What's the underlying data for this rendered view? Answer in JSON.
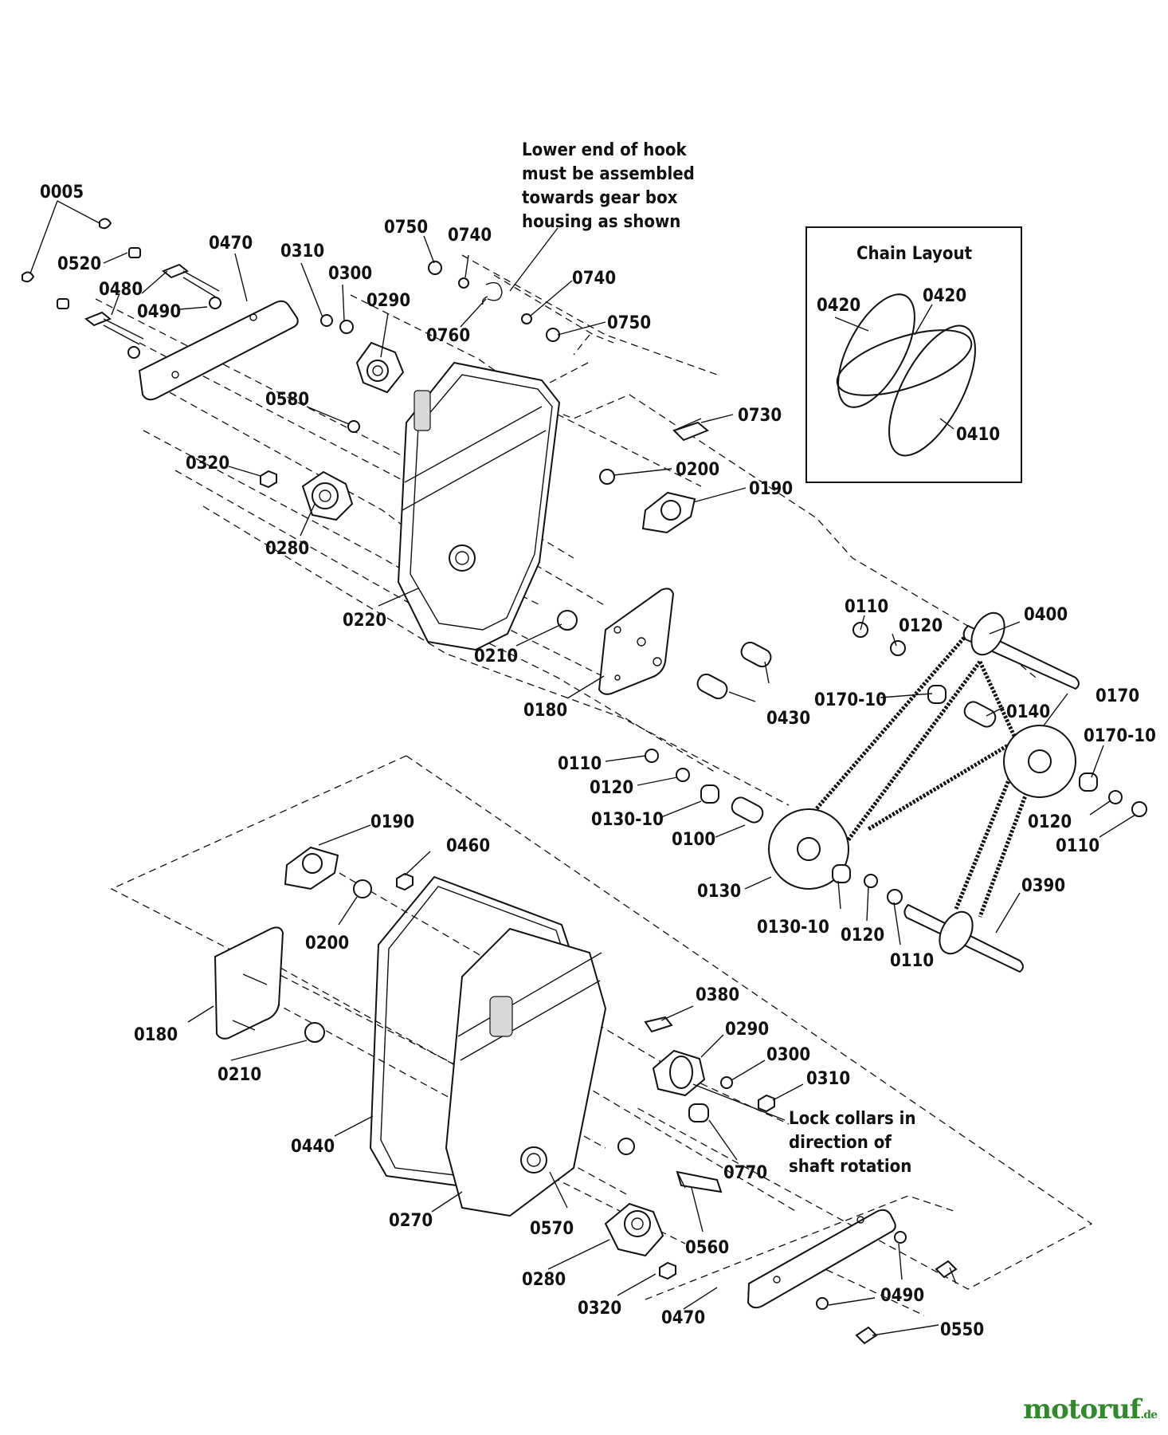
{
  "notes": {
    "hook": [
      "Lower end of hook",
      "must be assembled",
      "towards gear box",
      "housing as shown"
    ],
    "collars": [
      "Lock collars in",
      "direction of",
      "shaft rotation"
    ],
    "chain_layout_title": "Chain Layout"
  },
  "labels": {
    "p0005": "0005",
    "p0520": "0520",
    "p0480": "0480",
    "p0490a": "0490",
    "p0470a": "0470",
    "p0310a": "0310",
    "p0300a": "0300",
    "p0290a": "0290",
    "p0750a": "0750",
    "p0740a": "0740",
    "p0760": "0760",
    "p0740b": "0740",
    "p0750b": "0750",
    "p0580": "0580",
    "p0730": "0730",
    "p0320a": "0320",
    "p0200a": "0200",
    "p0190a": "0190",
    "p0280a": "0280",
    "p0220": "0220",
    "p0210a": "0210",
    "p0180a": "0180",
    "p0430": "0430",
    "p0420a": "0420",
    "p0420b": "0420",
    "p0410": "0410",
    "p0110a": "0110",
    "p0120a": "0120",
    "p0400": "0400",
    "p0170_10a": "0170-10",
    "p0140": "0140",
    "p0170": "0170",
    "p0170_10b": "0170-10",
    "p0110b": "0110",
    "p0120b": "0120",
    "p0130_10a": "0130-10",
    "p0100": "0100",
    "p0120c": "0120",
    "p0110c": "0110",
    "p0130": "0130",
    "p0390": "0390",
    "p0130_10b": "0130-10",
    "p0120d": "0120",
    "p0110d": "0110",
    "p0190b": "0190",
    "p0460": "0460",
    "p0200b": "0200",
    "p0180b": "0180",
    "p0210b": "0210",
    "p0380": "0380",
    "p0290b": "0290",
    "p0300b": "0300",
    "p0310b": "0310",
    "p0440": "0440",
    "p0770": "0770",
    "p0270": "0270",
    "p0570": "0570",
    "p0560": "0560",
    "p0280b": "0280",
    "p0320b": "0320",
    "p0470b": "0470",
    "p0490b": "0490",
    "p0550": "0550"
  },
  "brand": {
    "name": "motoruf",
    "tld": ".de",
    "color": "#2f8b2a"
  }
}
